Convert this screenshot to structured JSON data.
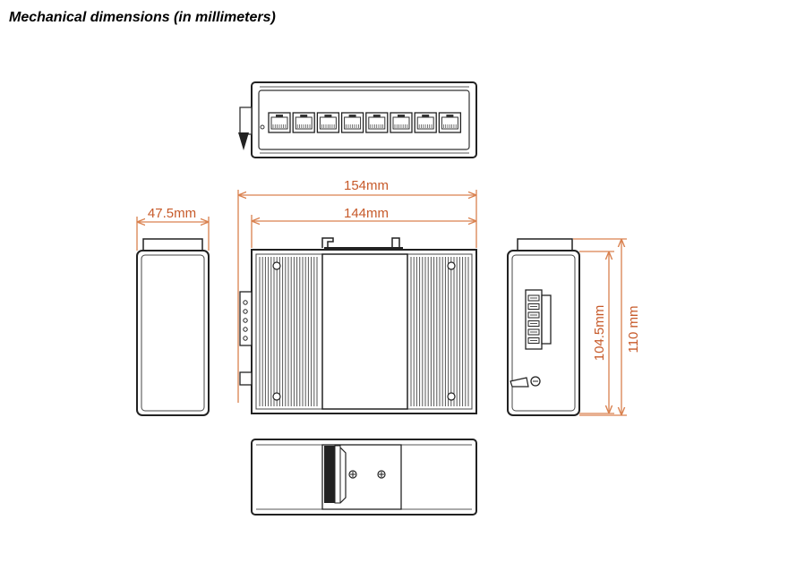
{
  "title": "Mechanical dimensions (in millimeters)",
  "dimensions": {
    "overall_width": "154mm",
    "body_width": "144mm",
    "depth": "47.5mm",
    "body_height": "104.5mm",
    "overall_height": "110 mm"
  },
  "colors": {
    "dimension_line": "#d9814f",
    "dimension_text": "#c75a2a",
    "outline": "#222222",
    "fin": "#555555"
  },
  "views": {
    "top_view_ports": 8
  }
}
